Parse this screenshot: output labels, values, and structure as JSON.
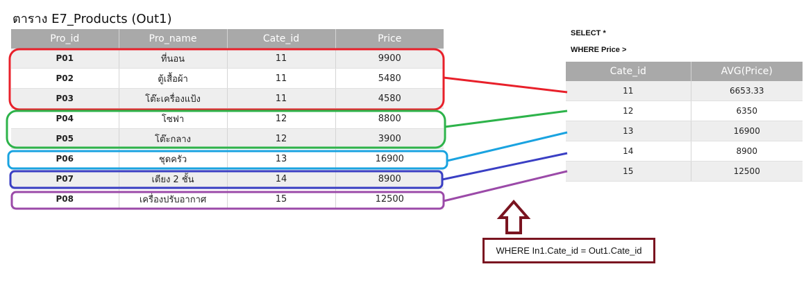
{
  "title": "ตาราง E7_Products (Out1)",
  "products": {
    "headers": [
      "Pro_id",
      "Pro_name",
      "Cate_id",
      "Price"
    ],
    "rows": [
      [
        "P01",
        "ที่นอน",
        "11",
        "9900"
      ],
      [
        "P02",
        "ตู้เสื้อผ้า",
        "11",
        "5480"
      ],
      [
        "P03",
        "โต๊ะเครื่องแป้ง",
        "11",
        "4580"
      ],
      [
        "P04",
        "โซฟา",
        "12",
        "8800"
      ],
      [
        "P05",
        "โต๊ะกลาง",
        "12",
        "3900"
      ],
      [
        "P06",
        "ชุดครัว",
        "13",
        "16900"
      ],
      [
        "P07",
        "เตียง 2 ชั้น",
        "14",
        "8900"
      ],
      [
        "P08",
        "เครื่องปรับอากาศ",
        "15",
        "12500"
      ]
    ]
  },
  "sql": {
    "line1": "SELECT *",
    "line2": "WHERE Price >"
  },
  "avg_table": {
    "headers": [
      "Cate_id",
      "AVG(Price)"
    ],
    "rows": [
      [
        "11",
        "6653.33"
      ],
      [
        "12",
        "6350"
      ],
      [
        "13",
        "16900"
      ],
      [
        "14",
        "8900"
      ],
      [
        "15",
        "12500"
      ]
    ]
  },
  "where_clause": "WHERE In1.Cate_id = Out1.Cate_id",
  "group_colors": [
    "#e8202a",
    "#2db34a",
    "#1aa3e0",
    "#3a3fc4",
    "#9b4aa8"
  ],
  "arrow_color": "#7a1420"
}
